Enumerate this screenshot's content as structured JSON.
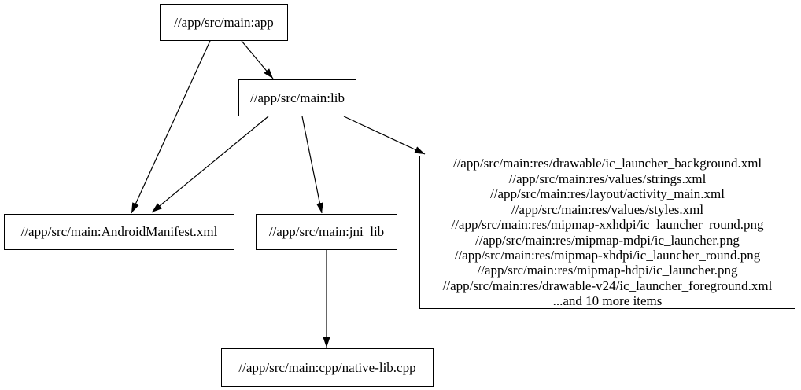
{
  "diagram": {
    "type": "dependency-graph",
    "background_color": "#ffffff",
    "node_fill_color": "#ffffff",
    "node_border_color": "#000000",
    "edge_color": "#000000",
    "text_color": "#000000",
    "nodes": [
      {
        "id": "app",
        "label": "//app/src/main:app"
      },
      {
        "id": "lib",
        "label": "//app/src/main:lib"
      },
      {
        "id": "android-manifest",
        "label": "//app/src/main:AndroidManifest.xml"
      },
      {
        "id": "jni-lib",
        "label": "//app/src/main:jni_lib"
      },
      {
        "id": "res-group",
        "lines": [
          "//app/src/main:res/drawable/ic_launcher_background.xml",
          "//app/src/main:res/values/strings.xml",
          "//app/src/main:res/layout/activity_main.xml",
          "//app/src/main:res/values/styles.xml",
          "//app/src/main:res/mipmap-xxhdpi/ic_launcher_round.png",
          "//app/src/main:res/mipmap-mdpi/ic_launcher.png",
          "//app/src/main:res/mipmap-xhdpi/ic_launcher_round.png",
          "//app/src/main:res/mipmap-hdpi/ic_launcher.png",
          "//app/src/main:res/drawable-v24/ic_launcher_foreground.xml",
          "...and 10 more items"
        ]
      },
      {
        "id": "native-lib-cpp",
        "label": "//app/src/main:cpp/native-lib.cpp"
      }
    ],
    "edges": [
      {
        "from": "app",
        "to": "lib"
      },
      {
        "from": "app",
        "to": "android-manifest"
      },
      {
        "from": "lib",
        "to": "android-manifest"
      },
      {
        "from": "lib",
        "to": "jni-lib"
      },
      {
        "from": "lib",
        "to": "res-group"
      },
      {
        "from": "jni-lib",
        "to": "native-lib-cpp"
      }
    ]
  }
}
